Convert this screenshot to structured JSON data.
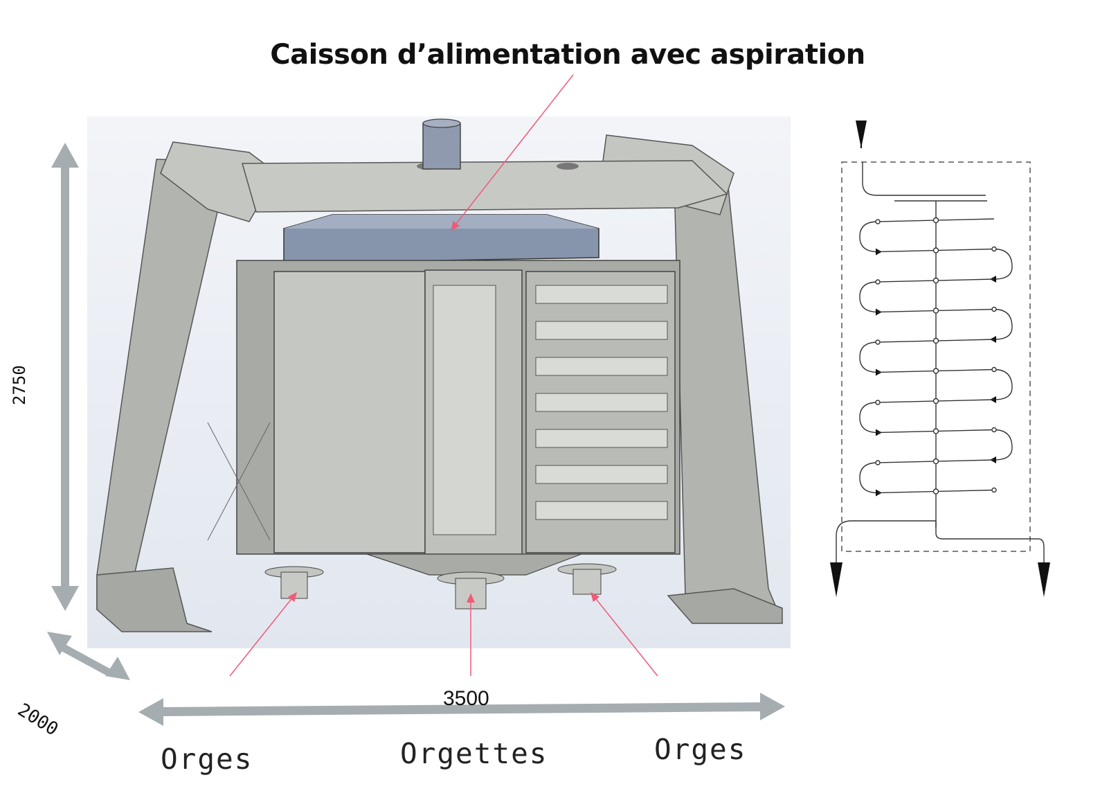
{
  "title": "Caisson d’alimentation avec aspiration",
  "dimensions": {
    "width": "3500",
    "height": "2750",
    "depth": "2000"
  },
  "outlets": [
    {
      "label": "Orges"
    },
    {
      "label": "Orgettes"
    },
    {
      "label": "Orges"
    }
  ],
  "colors": {
    "frame": "#b4b6b1",
    "frame_dark": "#8c8e8a",
    "hood": "#8694ac",
    "background_panel": "#e9edf3",
    "dimension_arrow": "#a5adb0",
    "pointer": "#ee5b78"
  },
  "flow_schematic": {
    "sieve_levels": 10
  }
}
